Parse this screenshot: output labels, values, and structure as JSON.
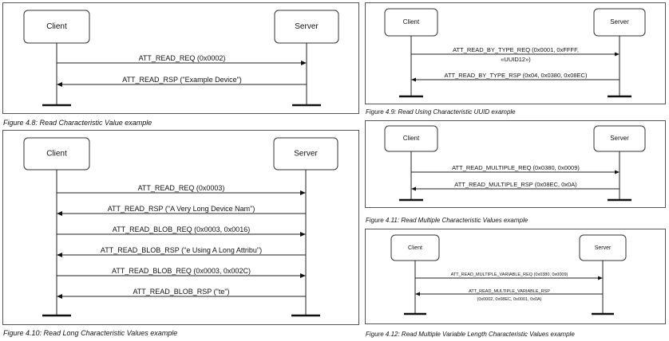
{
  "participants": {
    "client": "Client",
    "server": "Server"
  },
  "diagrams": [
    {
      "id": "fig-4-8",
      "caption": "Figure 4.8:  Read Characteristic Value example",
      "messages": [
        {
          "dir": "right",
          "lines": [
            "ATT_READ_REQ (0x0002)"
          ]
        },
        {
          "dir": "left",
          "lines": [
            "ATT_READ_RSP (\"Example Device\")"
          ]
        }
      ]
    },
    {
      "id": "fig-4-9",
      "caption": "Figure 4.9:  Read Using Characteristic UUID example",
      "messages": [
        {
          "dir": "right",
          "lines": [
            "ATT_READ_BY_TYPE_REQ (0x0001, 0xFFFF,",
            "«UUID12»)"
          ]
        },
        {
          "dir": "left",
          "lines": [
            "ATT_READ_BY_TYPE_RSP (0x04, 0x0380, 0x08EC)"
          ]
        }
      ]
    },
    {
      "id": "fig-4-10",
      "caption": "Figure 4.10:  Read Long Characteristic Values example",
      "messages": [
        {
          "dir": "right",
          "lines": [
            "ATT_READ_REQ (0x0003)"
          ]
        },
        {
          "dir": "left",
          "lines": [
            "ATT_READ_RSP (\"A Very Long Device Nam\")"
          ]
        },
        {
          "dir": "right",
          "lines": [
            "ATT_READ_BLOB_REQ (0x0003, 0x0016)"
          ]
        },
        {
          "dir": "left",
          "lines": [
            "ATT_READ_BLOB_RSP (\"e Using A Long Attribu\")"
          ]
        },
        {
          "dir": "right",
          "lines": [
            "ATT_READ_BLOB_REQ (0x0003, 0x002C)"
          ]
        },
        {
          "dir": "left",
          "lines": [
            "ATT_READ_BLOB_RSP (\"te\")"
          ]
        }
      ]
    },
    {
      "id": "fig-4-11",
      "caption": "Figure 4.11:  Read Multiple Characteristic Values example",
      "messages": [
        {
          "dir": "right",
          "lines": [
            "ATT_READ_MULTIPLE_REQ (0x0380, 0x0009)"
          ]
        },
        {
          "dir": "left",
          "lines": [
            "ATT_READ_MULTIPLE_RSP (0x08EC, 0x0A)"
          ]
        }
      ]
    },
    {
      "id": "fig-4-12",
      "caption": "Figure 4.12:  Read Multiple Variable Length Characteristic Values example",
      "messages": [
        {
          "dir": "right",
          "lines": [
            "ATT_READ_MULTIPLE_VARIABLE_REQ (0x0380, 0x0009)"
          ]
        },
        {
          "dir": "left",
          "lines": [
            "ATT_READ_MULTIPLE_VARIABLE_RSP",
            "(0x0002, 0x08EC, 0x0001, 0x0A)"
          ]
        }
      ]
    }
  ]
}
